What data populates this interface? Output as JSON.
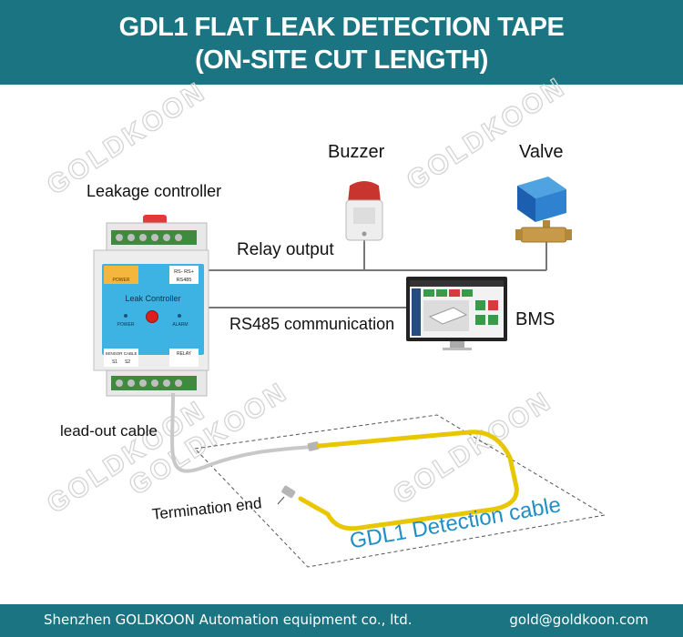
{
  "header": {
    "title_line1": "GDL1 FLAT LEAK DETECTION TAPE",
    "title_line2": "(ON-SITE CUT LENGTH)"
  },
  "labels": {
    "leakage_controller": "Leakage controller",
    "buzzer": "Buzzer",
    "valve": "Valve",
    "relay_output": "Relay output",
    "rs485": "RS485 communication",
    "bms": "BMS",
    "lead_out_cable": "lead-out cable",
    "termination_end": "Termination end",
    "detection_cable": "GDL1 Detection cable"
  },
  "controller": {
    "power_box": "POWER",
    "rs_box_top": "RS- RS+",
    "rs_box_bottom": "RS485",
    "name": "Leak Controller",
    "power_led": "POWER",
    "alarm_led": "ALARM",
    "sensor_cable": "SENSOR CABLE",
    "s1": "S1",
    "s2": "S2",
    "relay": "RELAY"
  },
  "watermark": "GOLDKOON",
  "footer": {
    "company": "Shenzhen GOLDKOON Automation equipment co., ltd.",
    "email": "gold@goldkoon.com"
  },
  "colors": {
    "header_bg": "#1a7481",
    "controller_face": "#3db3e3",
    "detection_cable": "#e8c600",
    "detection_label": "#1f8fc4",
    "connection_line": "#777777"
  }
}
